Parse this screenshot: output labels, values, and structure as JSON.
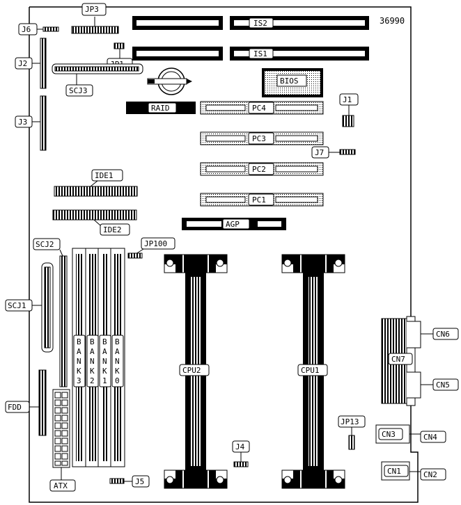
{
  "diagram": {
    "board_id": "36990",
    "components": {
      "jp3": "JP3",
      "j6": "J6",
      "j2": "J2",
      "jp1": "JP1",
      "scj3": "SCJ3",
      "j3": "J3",
      "is2": "IS2",
      "is1": "IS1",
      "bios": "BIOS",
      "raid": "RAID",
      "pc4": "PC4",
      "pc3": "PC3",
      "pc2": "PC2",
      "pc1": "PC1",
      "agp": "AGP",
      "j1": "J1",
      "j7": "J7",
      "ide1": "IDE1",
      "ide2": "IDE2",
      "scj2": "SCJ2",
      "jp100": "JP100",
      "scj1": "SCJ1",
      "fdd": "FDD",
      "atx": "ATX",
      "j5": "J5",
      "j4": "J4",
      "cpu2": "CPU2",
      "cpu1": "CPU1",
      "cn6": "CN6",
      "cn7": "CN7",
      "cn5": "CN5",
      "jp13": "JP13",
      "cn3": "CN3",
      "cn4": "CN4",
      "cn1": "CN1",
      "cn2": "CN2"
    },
    "banks": [
      [
        "B",
        "A",
        "N",
        "K",
        "3"
      ],
      [
        "B",
        "A",
        "N",
        "K",
        "2"
      ],
      [
        "B",
        "A",
        "N",
        "K",
        "1"
      ],
      [
        "B",
        "A",
        "N",
        "K",
        "0"
      ]
    ]
  }
}
